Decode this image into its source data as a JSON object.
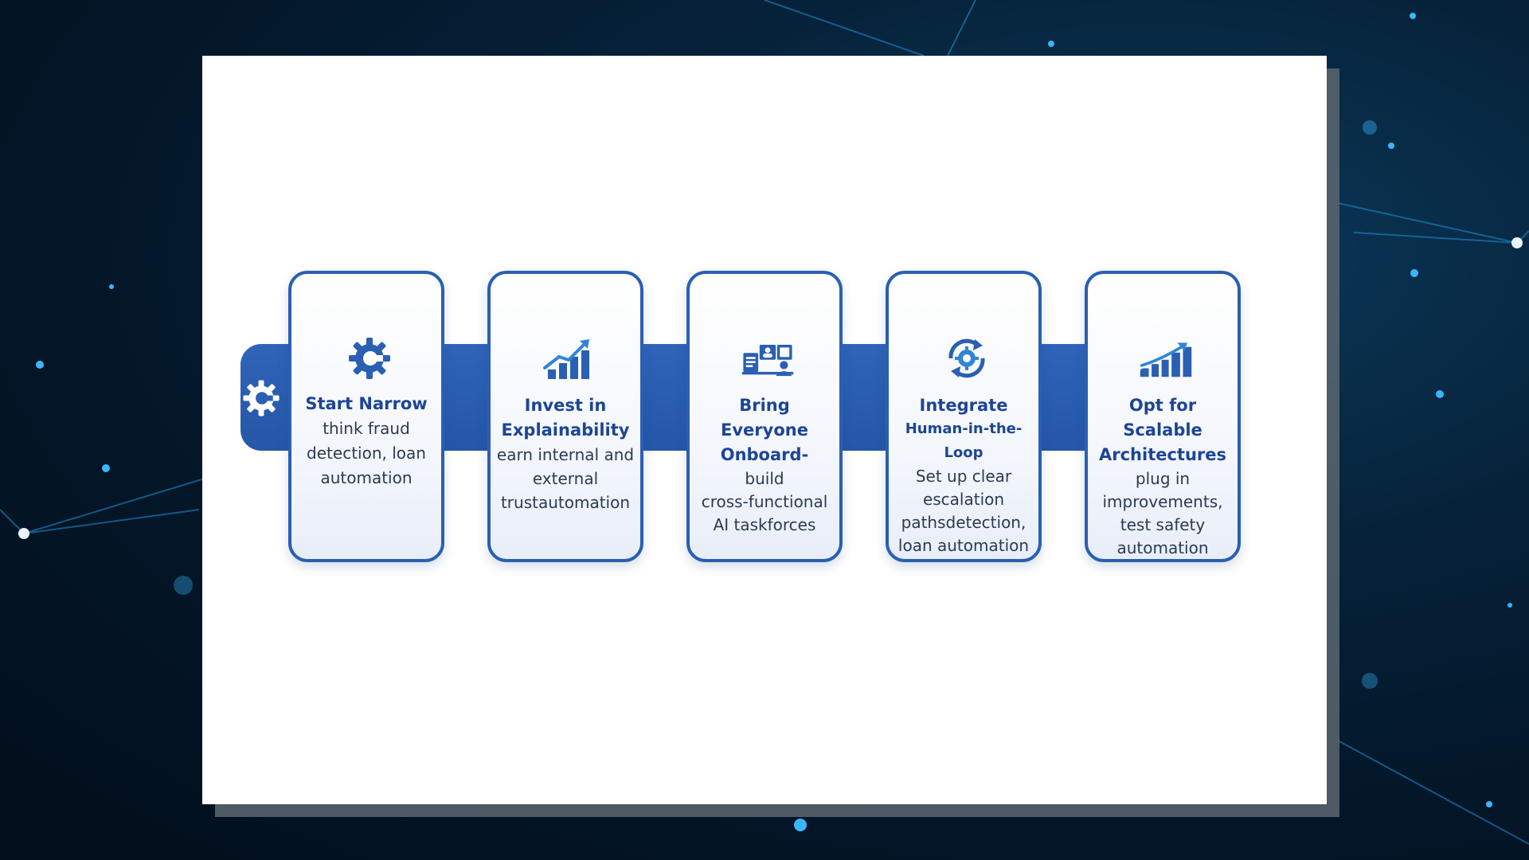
{
  "colors": {
    "accent": "#2a5fb3",
    "title_text": "#1d4594",
    "body_text": "#2b3a55",
    "background_dark": "#031526"
  },
  "diagram": {
    "connector_icon": "gear-c-icon",
    "steps": [
      {
        "icon": "gear-c-icon",
        "title": "Start Narrow",
        "body": "think fraud\ndetection, loan\nautomation"
      },
      {
        "icon": "growth-chart-icon",
        "title": "Invest in\nExplainability",
        "body": "earn internal and\nexternal\ntrustautomation"
      },
      {
        "icon": "team-collaboration-icon",
        "title": "Bring Everyone\nOnboard-",
        "body": "build\ncross-functional\nAI taskforces"
      },
      {
        "icon": "gear-cycle-icon",
        "title": "Integrate",
        "subtitle": "Human-in-the-Loop",
        "body": "Set up clear\nescalation\npathsdetection,\nloan automation"
      },
      {
        "icon": "bar-chart-growth-icon",
        "title": "Opt for Scalable\nArchitectures",
        "body": "plug in\nimprovements,\ntest safety\nautomation"
      }
    ]
  }
}
